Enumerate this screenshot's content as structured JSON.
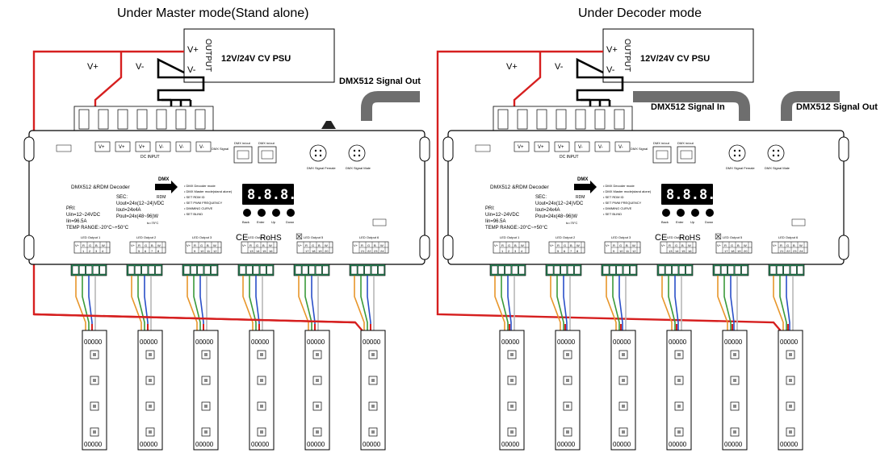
{
  "diagrams": [
    {
      "mode_title": "Under Master mode(Stand alone)",
      "psu": {
        "output_label": "OUTPUT",
        "v_plus": "V+",
        "v_minus": "V-",
        "name": "12V/24V CV PSU"
      },
      "wire_labels": {
        "v_plus": "V+",
        "v_minus": "V-"
      },
      "signal_labels": [
        "DMX512 Signal Out"
      ]
    },
    {
      "mode_title": "Under Decoder mode",
      "psu": {
        "output_label": "OUTPUT",
        "v_plus": "V+",
        "v_minus": "V-",
        "name": "12V/24V CV PSU"
      },
      "wire_labels": {
        "v_plus": "V+",
        "v_minus": "V-"
      },
      "signal_labels": [
        "DMX512 Signal In",
        "DMX512 Signal Out"
      ]
    }
  ],
  "decoder": {
    "title": "DMX512 &RDM Decoder",
    "dmx_logo": "DMX",
    "rdm_logo": "RDM",
    "dc_input": "DC INPUT",
    "terminal_pins": [
      "V+",
      "V+",
      "V+",
      "V-",
      "V-",
      "V-"
    ],
    "pri": [
      "PRI:",
      "Uin=12~24VDC",
      "Iin=96.5A",
      "TEMP RANGE:-20°C~+50°C"
    ],
    "sec": [
      "SEC:",
      "Uout=24x(12~24)VDC",
      "Iout=24x4A",
      "Pout=24x(48~96)W"
    ],
    "tc": "tc=75°C",
    "display": "8.8.8.8",
    "buttons": [
      "Back",
      "Enter",
      "Up",
      "Down"
    ],
    "rohs": "RoHS",
    "ce": "CE",
    "signal_jack_labels": [
      "DMX Signal",
      "DMX in/out",
      "DMX in/out"
    ],
    "xlr_labels": [
      "DMX Signal Female",
      "DMX Signal Male"
    ],
    "menu_lines": [
      "• DMX Decoder mode",
      "• DMX Master mode(stand alone)",
      "• SET RDM ID",
      "• SET PWM FREQUENCY",
      "• DIMMING CURVE",
      "• SET BLIND"
    ],
    "outputs": [
      {
        "label": "LED Output 1",
        "pins": [
          "V+",
          "R",
          "G",
          "B",
          "W",
          "1",
          "2",
          "3",
          "4"
        ]
      },
      {
        "label": "LED Output 2",
        "pins": [
          "V+",
          "R",
          "G",
          "B",
          "W",
          "5",
          "6",
          "7",
          "8"
        ]
      },
      {
        "label": "LED Output 3",
        "pins": [
          "V+",
          "R",
          "G",
          "B",
          "W",
          "9",
          "10",
          "11",
          "12"
        ]
      },
      {
        "label": "LED Output 4",
        "pins": [
          "V+",
          "R",
          "G",
          "B",
          "W",
          "13",
          "14",
          "15",
          "16"
        ]
      },
      {
        "label": "LED Output 5",
        "pins": [
          "V+",
          "R",
          "G",
          "B",
          "W",
          "17",
          "18",
          "19",
          "20"
        ]
      },
      {
        "label": "LED Output 6",
        "pins": [
          "V+",
          "R",
          "G",
          "B",
          "W",
          "21",
          "22",
          "23",
          "24"
        ]
      }
    ]
  },
  "led_strip": {
    "pad_text": "00000"
  },
  "colors": {
    "power_red": "#d61f1f",
    "wire_orange": "#e8962a",
    "wire_green": "#3a9a3a",
    "wire_blue": "#2a4fc8",
    "wire_gray": "#b8b8b8"
  }
}
